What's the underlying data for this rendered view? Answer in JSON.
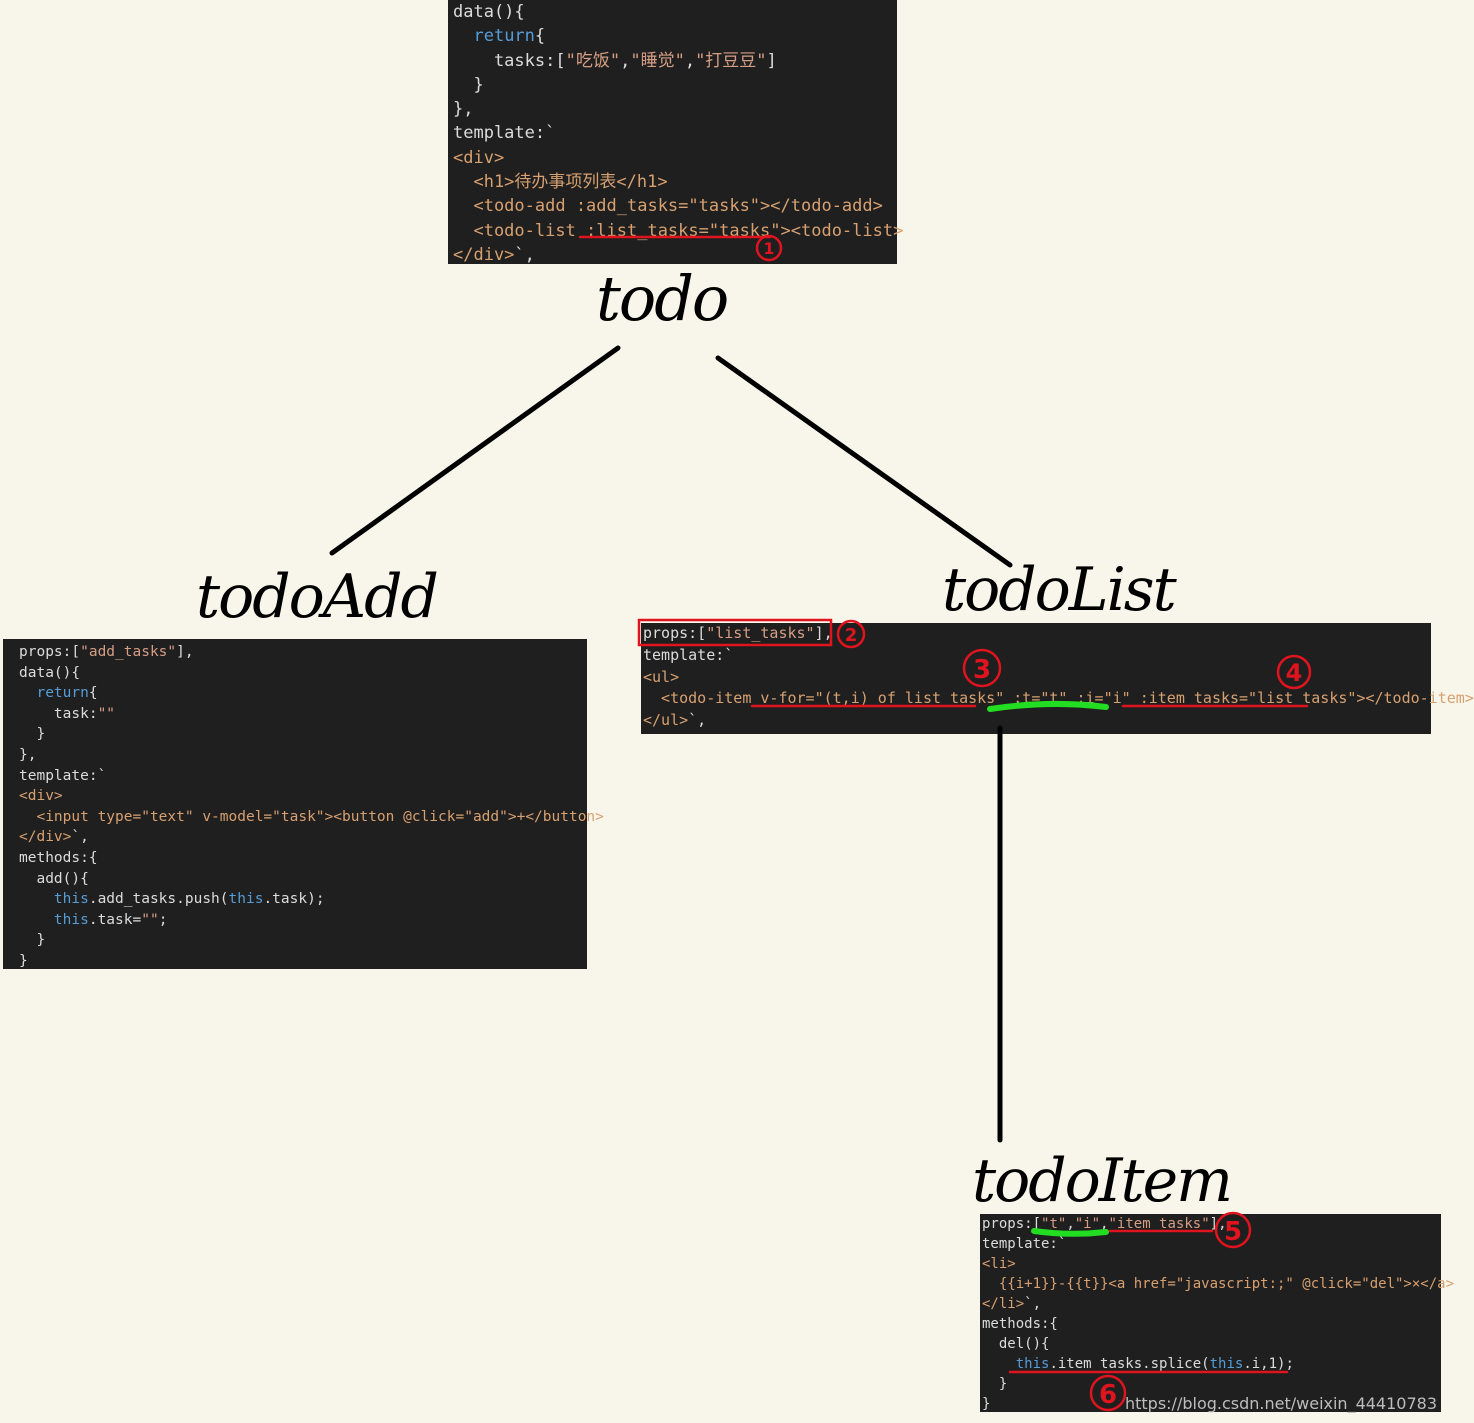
{
  "todo_panel": {
    "lines": [
      [
        {
          "t": "data(){",
          "c": ""
        }
      ],
      [
        {
          "t": "  ",
          "c": ""
        },
        {
          "t": "return",
          "c": "kw"
        },
        {
          "t": "{",
          "c": ""
        }
      ],
      [
        {
          "t": "    tasks:[",
          "c": ""
        },
        {
          "t": "\"吃饭\"",
          "c": "str"
        },
        {
          "t": ",",
          "c": ""
        },
        {
          "t": "\"睡觉\"",
          "c": "str"
        },
        {
          "t": ",",
          "c": ""
        },
        {
          "t": "\"打豆豆\"",
          "c": "str"
        },
        {
          "t": "]",
          "c": ""
        }
      ],
      [
        {
          "t": "  }",
          "c": ""
        }
      ],
      [
        {
          "t": "},",
          "c": ""
        }
      ],
      [
        {
          "t": "template:`",
          "c": ""
        }
      ],
      [
        {
          "t": "<div>",
          "c": "tag"
        }
      ],
      [
        {
          "t": "  <h1>待办事项列表</h1>",
          "c": "tag"
        }
      ],
      [
        {
          "t": "  <todo-add :add_tasks=\"tasks\"></todo-add>",
          "c": "tag"
        }
      ],
      [
        {
          "t": "  <todo-list :list_tasks=\"tasks\"><todo-list>",
          "c": "tag"
        }
      ],
      [
        {
          "t": "</div>",
          "c": "tag"
        },
        {
          "t": "`,",
          "c": ""
        }
      ]
    ]
  },
  "todoadd_panel": {
    "lines": [
      [
        {
          "t": "props:[",
          "c": ""
        },
        {
          "t": "\"add_tasks\"",
          "c": "str"
        },
        {
          "t": "],",
          "c": ""
        }
      ],
      [
        {
          "t": "data(){",
          "c": ""
        }
      ],
      [
        {
          "t": "  ",
          "c": ""
        },
        {
          "t": "return",
          "c": "kw"
        },
        {
          "t": "{",
          "c": ""
        }
      ],
      [
        {
          "t": "    task:",
          "c": ""
        },
        {
          "t": "\"\"",
          "c": "str"
        }
      ],
      [
        {
          "t": "  }",
          "c": ""
        }
      ],
      [
        {
          "t": "},",
          "c": ""
        }
      ],
      [
        {
          "t": "template:`",
          "c": ""
        }
      ],
      [
        {
          "t": "<div>",
          "c": "tag"
        }
      ],
      [
        {
          "t": "  <input type=\"text\" v-model=\"task\"><button @click=\"add\">+</button>",
          "c": "tag"
        }
      ],
      [
        {
          "t": "</div>",
          "c": "tag"
        },
        {
          "t": "`,",
          "c": ""
        }
      ],
      [
        {
          "t": "methods:{",
          "c": ""
        }
      ],
      [
        {
          "t": "  add(){",
          "c": ""
        }
      ],
      [
        {
          "t": "    ",
          "c": ""
        },
        {
          "t": "this",
          "c": "kw"
        },
        {
          "t": ".add_tasks.push(",
          "c": ""
        },
        {
          "t": "this",
          "c": "kw"
        },
        {
          "t": ".task);",
          "c": ""
        }
      ],
      [
        {
          "t": "    ",
          "c": ""
        },
        {
          "t": "this",
          "c": "kw"
        },
        {
          "t": ".task=",
          "c": ""
        },
        {
          "t": "\"\"",
          "c": "str"
        },
        {
          "t": ";",
          "c": ""
        }
      ],
      [
        {
          "t": "  }",
          "c": ""
        }
      ],
      [
        {
          "t": "}",
          "c": ""
        }
      ]
    ]
  },
  "todolist_panel": {
    "lines": [
      [
        {
          "t": "props:[",
          "c": ""
        },
        {
          "t": "\"list_tasks\"",
          "c": "str"
        },
        {
          "t": "],",
          "c": ""
        }
      ],
      [
        {
          "t": "template:`",
          "c": ""
        }
      ],
      [
        {
          "t": "<ul>",
          "c": "tag"
        }
      ],
      [
        {
          "t": "  <todo-item v-for=\"(t,i) of list_tasks\" :t=\"t\" :i=\"i\" :item_tasks=\"list_tasks\"></todo-item>",
          "c": "tag"
        }
      ],
      [
        {
          "t": "</ul>",
          "c": "tag"
        },
        {
          "t": "`,",
          "c": ""
        }
      ]
    ]
  },
  "todoitem_panel": {
    "lines": [
      [
        {
          "t": "props:[",
          "c": ""
        },
        {
          "t": "\"t\"",
          "c": "str"
        },
        {
          "t": ",",
          "c": ""
        },
        {
          "t": "\"i\"",
          "c": "str"
        },
        {
          "t": ",",
          "c": ""
        },
        {
          "t": "\"item_tasks\"",
          "c": "str"
        },
        {
          "t": "],",
          "c": ""
        }
      ],
      [
        {
          "t": "template:`",
          "c": ""
        }
      ],
      [
        {
          "t": "<li>",
          "c": "tag"
        }
      ],
      [
        {
          "t": "  {{i+1}}-{{t}}<a href=\"javascript:;\" @click=\"del\">×</a>",
          "c": "tag"
        }
      ],
      [
        {
          "t": "</li>",
          "c": "tag"
        },
        {
          "t": "`,",
          "c": ""
        }
      ],
      [
        {
          "t": "methods:{",
          "c": ""
        }
      ],
      [
        {
          "t": "  del(){",
          "c": ""
        }
      ],
      [
        {
          "t": "    ",
          "c": ""
        },
        {
          "t": "this",
          "c": "kw"
        },
        {
          "t": ".item_tasks.splice(",
          "c": ""
        },
        {
          "t": "this",
          "c": "kw"
        },
        {
          "t": ".i,1);",
          "c": ""
        }
      ],
      [
        {
          "t": "  }",
          "c": ""
        }
      ],
      [
        {
          "t": "}",
          "c": ""
        }
      ]
    ]
  },
  "labels": {
    "todo": "todo",
    "todo_add": "todoAdd",
    "todo_list": "todoList",
    "todo_item": "todoItem"
  },
  "markers": [
    "1",
    "2",
    "3",
    "4",
    "5",
    "6"
  ],
  "watermark": "https://blog.csdn.net/weixin_44410783",
  "colors": {
    "background": "#f8f6ea",
    "panel": "#1f1f1f",
    "annotation_red": "#e0141e",
    "annotation_green": "#22dd22"
  }
}
